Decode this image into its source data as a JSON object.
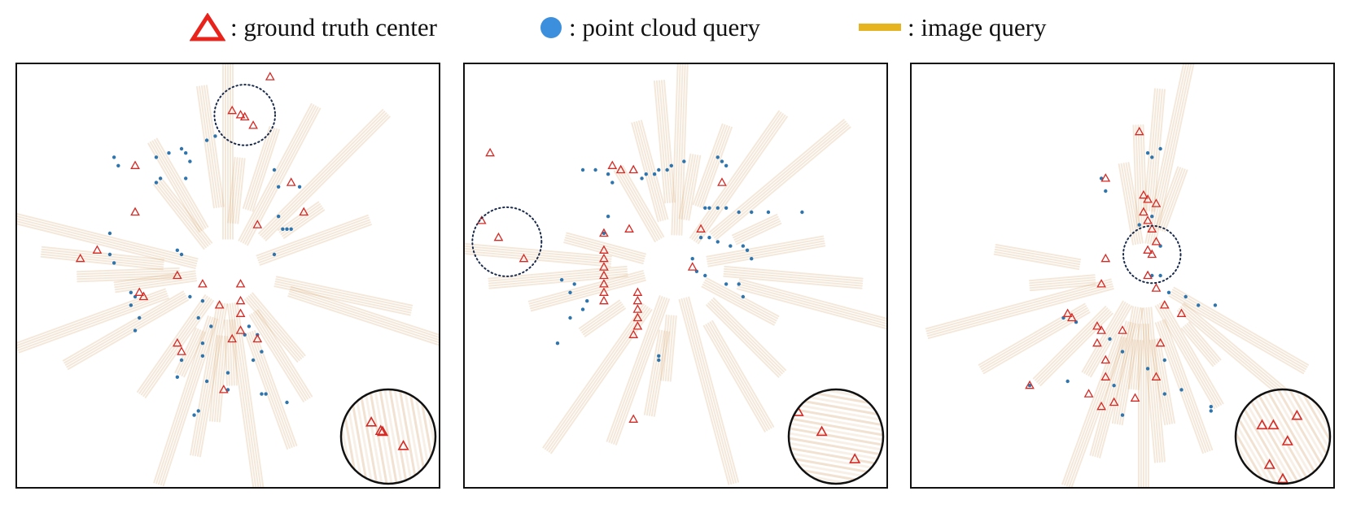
{
  "legend": {
    "items": [
      {
        "marker": "triangle-icon",
        "label": ": ground truth center",
        "color": "#e8231c"
      },
      {
        "marker": "circle-icon",
        "label": ": point cloud query",
        "color": "#3c8fdc"
      },
      {
        "marker": "bar-icon",
        "label": ": image query",
        "color": "#e6b41e"
      }
    ]
  },
  "colors": {
    "triangle": "#d42a25",
    "point": "#2f75ad",
    "ray": "#d9ad7a",
    "circle_dotted": "#1a2b4c",
    "frame": "#111111"
  },
  "chart_data": [
    {
      "type": "scatter",
      "title": "",
      "zoom_inset": true,
      "dotted_circle": {
        "x": 0.54,
        "y": 0.12,
        "r": 0.072
      },
      "ray_origins": [
        [
          0.5,
          0.49
        ]
      ],
      "ray_angles": [
        -128,
        -120,
        -98,
        -90,
        -84,
        -72,
        -62,
        -45,
        -35,
        -20,
        12,
        18,
        50,
        58,
        70,
        82,
        88,
        95,
        100,
        108,
        115,
        125,
        150,
        160,
        172,
        178,
        186,
        194
      ],
      "ground_truth": [
        [
          0.6,
          0.03
        ],
        [
          0.51,
          0.11
        ],
        [
          0.53,
          0.12
        ],
        [
          0.54,
          0.125
        ],
        [
          0.56,
          0.145
        ],
        [
          0.28,
          0.24
        ],
        [
          0.65,
          0.28
        ],
        [
          0.68,
          0.35
        ],
        [
          0.28,
          0.35
        ],
        [
          0.57,
          0.38
        ],
        [
          0.19,
          0.44
        ],
        [
          0.15,
          0.46
        ],
        [
          0.38,
          0.5
        ],
        [
          0.44,
          0.52
        ],
        [
          0.53,
          0.52
        ],
        [
          0.29,
          0.54
        ],
        [
          0.3,
          0.55
        ],
        [
          0.53,
          0.56
        ],
        [
          0.48,
          0.57
        ],
        [
          0.53,
          0.59
        ],
        [
          0.53,
          0.63
        ],
        [
          0.51,
          0.65
        ],
        [
          0.57,
          0.65
        ],
        [
          0.38,
          0.66
        ],
        [
          0.39,
          0.68
        ],
        [
          0.49,
          0.77
        ]
      ],
      "point_cloud": [
        [
          0.23,
          0.22
        ],
        [
          0.24,
          0.24
        ],
        [
          0.39,
          0.2
        ],
        [
          0.4,
          0.21
        ],
        [
          0.36,
          0.21
        ],
        [
          0.41,
          0.23
        ],
        [
          0.33,
          0.22
        ],
        [
          0.4,
          0.27
        ],
        [
          0.45,
          0.18
        ],
        [
          0.47,
          0.17
        ],
        [
          0.33,
          0.28
        ],
        [
          0.34,
          0.27
        ],
        [
          0.61,
          0.25
        ],
        [
          0.62,
          0.29
        ],
        [
          0.67,
          0.29
        ],
        [
          0.62,
          0.36
        ],
        [
          0.63,
          0.39
        ],
        [
          0.64,
          0.39
        ],
        [
          0.61,
          0.45
        ],
        [
          0.65,
          0.39
        ],
        [
          0.22,
          0.4
        ],
        [
          0.22,
          0.45
        ],
        [
          0.23,
          0.47
        ],
        [
          0.38,
          0.44
        ],
        [
          0.39,
          0.45
        ],
        [
          0.27,
          0.54
        ],
        [
          0.28,
          0.55
        ],
        [
          0.27,
          0.57
        ],
        [
          0.29,
          0.6
        ],
        [
          0.28,
          0.63
        ],
        [
          0.41,
          0.55
        ],
        [
          0.44,
          0.56
        ],
        [
          0.43,
          0.6
        ],
        [
          0.46,
          0.62
        ],
        [
          0.55,
          0.62
        ],
        [
          0.54,
          0.64
        ],
        [
          0.57,
          0.64
        ],
        [
          0.58,
          0.68
        ],
        [
          0.56,
          0.7
        ],
        [
          0.39,
          0.7
        ],
        [
          0.44,
          0.66
        ],
        [
          0.44,
          0.69
        ],
        [
          0.38,
          0.74
        ],
        [
          0.45,
          0.75
        ],
        [
          0.5,
          0.77
        ],
        [
          0.58,
          0.78
        ],
        [
          0.59,
          0.78
        ],
        [
          0.64,
          0.8
        ],
        [
          0.43,
          0.82
        ],
        [
          0.42,
          0.83
        ],
        [
          0.5,
          0.73
        ]
      ],
      "inset": {
        "ground_truth": [
          [
            0.32,
            0.35
          ],
          [
            0.42,
            0.44
          ],
          [
            0.44,
            0.45
          ],
          [
            0.66,
            0.6
          ]
        ],
        "ray_angle": 80
      }
    },
    {
      "type": "scatter",
      "title": "",
      "zoom_inset": true,
      "dotted_circle": {
        "x": 0.1,
        "y": 0.42,
        "r": 0.082
      },
      "ray_origins": [
        [
          0.5,
          0.48
        ]
      ],
      "ray_angles": [
        -120,
        -105,
        -95,
        -88,
        -80,
        -70,
        -55,
        -40,
        -25,
        -10,
        5,
        15,
        28,
        45,
        60,
        75,
        95,
        100,
        110,
        125,
        145,
        165,
        175,
        185,
        195
      ],
      "ground_truth": [
        [
          0.06,
          0.21
        ],
        [
          0.35,
          0.24
        ],
        [
          0.37,
          0.25
        ],
        [
          0.4,
          0.25
        ],
        [
          0.61,
          0.28
        ],
        [
          0.04,
          0.37
        ],
        [
          0.08,
          0.41
        ],
        [
          0.14,
          0.46
        ],
        [
          0.33,
          0.4
        ],
        [
          0.39,
          0.39
        ],
        [
          0.56,
          0.39
        ],
        [
          0.33,
          0.44
        ],
        [
          0.33,
          0.46
        ],
        [
          0.33,
          0.48
        ],
        [
          0.33,
          0.5
        ],
        [
          0.33,
          0.52
        ],
        [
          0.33,
          0.54
        ],
        [
          0.33,
          0.56
        ],
        [
          0.41,
          0.54
        ],
        [
          0.41,
          0.56
        ],
        [
          0.41,
          0.58
        ],
        [
          0.41,
          0.6
        ],
        [
          0.41,
          0.62
        ],
        [
          0.4,
          0.64
        ],
        [
          0.54,
          0.48
        ],
        [
          0.4,
          0.84
        ]
      ],
      "point_cloud": [
        [
          0.28,
          0.25
        ],
        [
          0.31,
          0.25
        ],
        [
          0.34,
          0.26
        ],
        [
          0.35,
          0.28
        ],
        [
          0.42,
          0.27
        ],
        [
          0.43,
          0.26
        ],
        [
          0.45,
          0.26
        ],
        [
          0.46,
          0.25
        ],
        [
          0.48,
          0.25
        ],
        [
          0.49,
          0.24
        ],
        [
          0.52,
          0.23
        ],
        [
          0.6,
          0.22
        ],
        [
          0.61,
          0.23
        ],
        [
          0.62,
          0.24
        ],
        [
          0.57,
          0.34
        ],
        [
          0.58,
          0.34
        ],
        [
          0.6,
          0.34
        ],
        [
          0.62,
          0.34
        ],
        [
          0.65,
          0.35
        ],
        [
          0.68,
          0.35
        ],
        [
          0.72,
          0.35
        ],
        [
          0.8,
          0.35
        ],
        [
          0.56,
          0.41
        ],
        [
          0.58,
          0.41
        ],
        [
          0.6,
          0.42
        ],
        [
          0.63,
          0.43
        ],
        [
          0.66,
          0.43
        ],
        [
          0.67,
          0.44
        ],
        [
          0.68,
          0.46
        ],
        [
          0.54,
          0.46
        ],
        [
          0.55,
          0.49
        ],
        [
          0.57,
          0.5
        ],
        [
          0.62,
          0.52
        ],
        [
          0.65,
          0.52
        ],
        [
          0.66,
          0.55
        ],
        [
          0.26,
          0.52
        ],
        [
          0.25,
          0.54
        ],
        [
          0.23,
          0.51
        ],
        [
          0.29,
          0.56
        ],
        [
          0.28,
          0.58
        ],
        [
          0.25,
          0.6
        ],
        [
          0.33,
          0.4
        ],
        [
          0.34,
          0.36
        ],
        [
          0.22,
          0.66
        ],
        [
          0.46,
          0.69
        ],
        [
          0.46,
          0.7
        ]
      ],
      "inset": {
        "ground_truth": [
          [
            0.1,
            0.24
          ],
          [
            0.35,
            0.45
          ],
          [
            0.7,
            0.74
          ]
        ],
        "ray_angle": 10
      }
    },
    {
      "type": "scatter",
      "title": "",
      "zoom_inset": true,
      "dotted_circle": {
        "x": 0.57,
        "y": 0.45,
        "r": 0.068
      },
      "ray_origins": [
        [
          0.55,
          0.5
        ]
      ],
      "ray_angles": [
        -100,
        -92,
        -85,
        -78,
        -70,
        80,
        85,
        90,
        95,
        100,
        105,
        110,
        120,
        135,
        150,
        165,
        175,
        190,
        30,
        40,
        50,
        60,
        70
      ],
      "ground_truth": [
        [
          0.54,
          0.16
        ],
        [
          0.46,
          0.27
        ],
        [
          0.55,
          0.31
        ],
        [
          0.56,
          0.32
        ],
        [
          0.58,
          0.33
        ],
        [
          0.55,
          0.35
        ],
        [
          0.56,
          0.37
        ],
        [
          0.57,
          0.39
        ],
        [
          0.58,
          0.42
        ],
        [
          0.56,
          0.44
        ],
        [
          0.57,
          0.45
        ],
        [
          0.46,
          0.46
        ],
        [
          0.45,
          0.52
        ],
        [
          0.56,
          0.5
        ],
        [
          0.58,
          0.53
        ],
        [
          0.6,
          0.57
        ],
        [
          0.64,
          0.59
        ],
        [
          0.37,
          0.59
        ],
        [
          0.38,
          0.6
        ],
        [
          0.44,
          0.62
        ],
        [
          0.45,
          0.63
        ],
        [
          0.5,
          0.63
        ],
        [
          0.44,
          0.66
        ],
        [
          0.46,
          0.7
        ],
        [
          0.59,
          0.66
        ],
        [
          0.46,
          0.74
        ],
        [
          0.58,
          0.74
        ],
        [
          0.28,
          0.76
        ],
        [
          0.42,
          0.78
        ],
        [
          0.53,
          0.79
        ],
        [
          0.48,
          0.8
        ],
        [
          0.45,
          0.81
        ]
      ],
      "point_cloud": [
        [
          0.56,
          0.21
        ],
        [
          0.59,
          0.2
        ],
        [
          0.57,
          0.22
        ],
        [
          0.45,
          0.27
        ],
        [
          0.46,
          0.3
        ],
        [
          0.57,
          0.36
        ],
        [
          0.54,
          0.38
        ],
        [
          0.59,
          0.43
        ],
        [
          0.57,
          0.5
        ],
        [
          0.59,
          0.5
        ],
        [
          0.61,
          0.54
        ],
        [
          0.65,
          0.55
        ],
        [
          0.68,
          0.57
        ],
        [
          0.72,
          0.57
        ],
        [
          0.36,
          0.6
        ],
        [
          0.39,
          0.61
        ],
        [
          0.47,
          0.65
        ],
        [
          0.5,
          0.68
        ],
        [
          0.6,
          0.7
        ],
        [
          0.56,
          0.72
        ],
        [
          0.48,
          0.76
        ],
        [
          0.37,
          0.75
        ],
        [
          0.28,
          0.76
        ],
        [
          0.6,
          0.78
        ],
        [
          0.64,
          0.77
        ],
        [
          0.71,
          0.81
        ],
        [
          0.71,
          0.82
        ],
        [
          0.5,
          0.83
        ]
      ],
      "inset": {
        "ground_truth": [
          [
            0.28,
            0.38
          ],
          [
            0.4,
            0.38
          ],
          [
            0.55,
            0.55
          ],
          [
            0.65,
            0.28
          ],
          [
            0.36,
            0.8
          ],
          [
            0.5,
            0.95
          ]
        ],
        "ray_angle": 60
      }
    }
  ]
}
